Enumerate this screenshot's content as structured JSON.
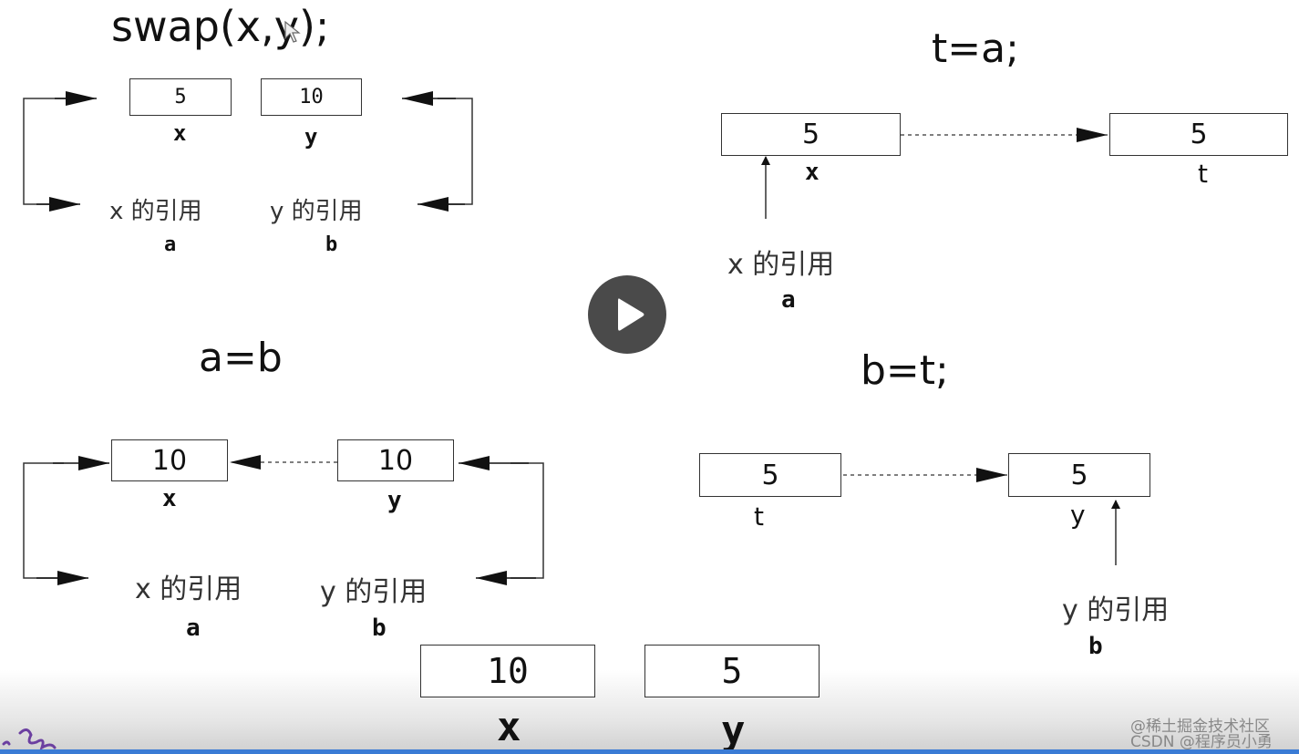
{
  "panel1": {
    "title": "swap(x,y);",
    "box_x": "5",
    "box_y": "10",
    "label_x": "x",
    "label_y": "y",
    "ref_a_text": "x 的引用",
    "ref_b_text": "y 的引用",
    "ref_a_name": "a",
    "ref_b_name": "b"
  },
  "panel2": {
    "title": "t=a;",
    "box_x": "5",
    "box_t": "5",
    "label_x": "x",
    "label_t": "t",
    "ref_text": "x 的引用",
    "ref_name": "a"
  },
  "panel3": {
    "title": "a=b",
    "box_x": "10",
    "box_y": "10",
    "label_x": "x",
    "label_y": "y",
    "ref_a_text": "x 的引用",
    "ref_b_text": "y 的引用",
    "ref_a_name": "a",
    "ref_b_name": "b"
  },
  "panel4": {
    "title": "b=t;",
    "box_t": "5",
    "box_y": "5",
    "label_t": "t",
    "label_y": "y",
    "ref_text": "y 的引用",
    "ref_name": "b"
  },
  "result": {
    "box_x": "10",
    "box_y": "5",
    "label_x": "x",
    "label_y": "y"
  },
  "watermark": {
    "line1": "@稀土掘金技术社区",
    "line2": "CSDN @程序员小勇"
  },
  "icons": {
    "play": "play-icon",
    "cursor": "mouse-cursor-icon",
    "signature": "signature-mark"
  }
}
